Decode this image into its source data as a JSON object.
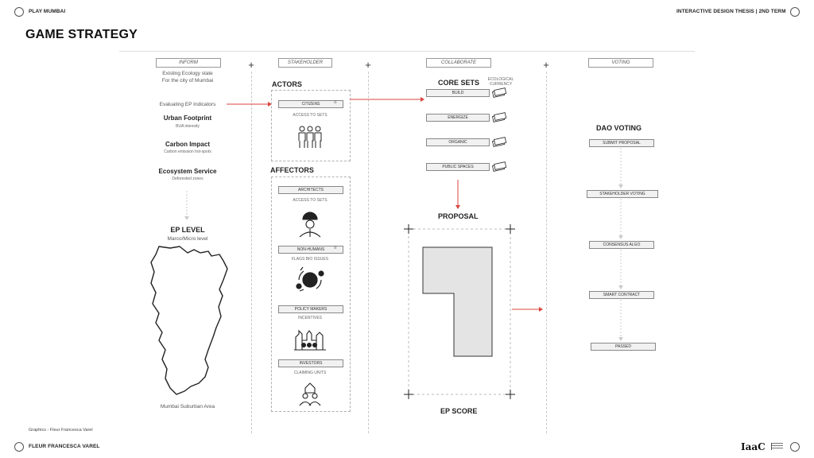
{
  "header": {
    "left_title": "PLAY MUMBAI",
    "right_title": "INTERACTIVE DESIGN THESIS | 2ND TERM"
  },
  "page_title": "GAME STRATEGY",
  "columns": {
    "inform": "INFORM",
    "stakeholder": "STAKEHOLDER",
    "collaborate": "COLLABORATE",
    "voting": "VOTING"
  },
  "inform": {
    "intro_line1": "Existing Ecology state",
    "intro_line2": "For the city of Mumbai",
    "evaluating": "Evaluating EP Indicators",
    "indicators": [
      {
        "title": "Urban Footprint",
        "sub": "BUA intensity"
      },
      {
        "title": "Carbon Impact",
        "sub": "Carbon emission hot-spots"
      },
      {
        "title": "Ecosystem Service",
        "sub": "Deforested zones"
      }
    ],
    "ep_level": "EP LEVEL",
    "ep_level_sub": "Marco/Micro level",
    "map_caption": "Mumbai Suburban Area"
  },
  "stakeholder": {
    "actors_title": "ACTORS",
    "citizens": "CITIZENS",
    "citizens_sub": "ACCESS TO SETS",
    "affectors_title": "AFFECTORS",
    "affectors": [
      {
        "label": "ARCHITECTS",
        "sub": "ACCESS TO SETS"
      },
      {
        "label": "NON-HUMANS",
        "sub": "FLAGS BIO ISSUES"
      },
      {
        "label": "POLICY MAKERS",
        "sub": "INCENTIVES"
      },
      {
        "label": "INVESTORS",
        "sub": "CLAIMING UNITS"
      }
    ]
  },
  "collaborate": {
    "core_sets_title": "CORE SETS",
    "currency_line1": "ECOLOGICAL",
    "currency_line2": "CURRENCY",
    "sets": [
      "BUILD",
      "ENERGIZE",
      "ORGANIC",
      "PUBLIC SPACES"
    ],
    "proposal": "PROPOSAL",
    "ep_score": "EP SCORE"
  },
  "voting": {
    "dao_title": "DAO VOTING",
    "steps": [
      "SUBMIT PROPOSAL",
      "STAKEHOLDER VOTING",
      "CONSENSUS ALGO",
      "SMART CONTRACT",
      "PASSED"
    ]
  },
  "footer": {
    "credit": "Graphics - Fleur Francesca Varel",
    "author": "FLEUR FRANCESCA VAREL",
    "logo_text": "IaaC"
  },
  "colors": {
    "arrow": "#d9463f",
    "box_fill": "#f1f1f1",
    "shape_fill": "#e4e4e4"
  }
}
